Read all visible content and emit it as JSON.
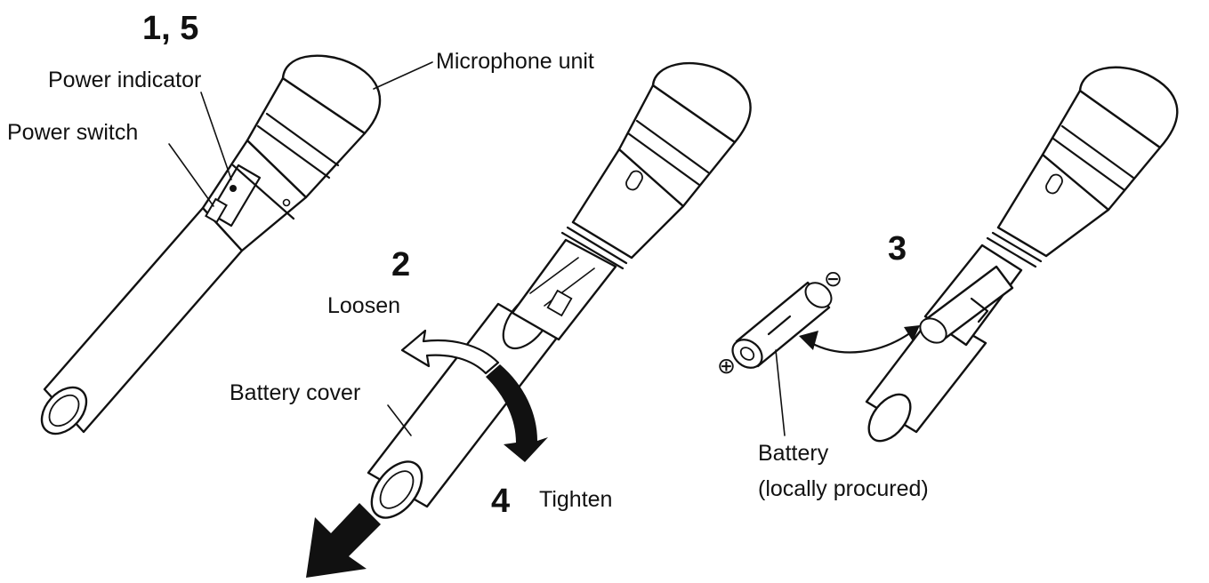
{
  "steps": {
    "step_1_5": "1, 5",
    "step_2": "2",
    "step_3": "3",
    "step_4": "4"
  },
  "labels": {
    "microphone_unit": "Microphone unit",
    "power_indicator": "Power indicator",
    "power_switch": "Power switch",
    "loosen": "Loosen",
    "battery_cover": "Battery cover",
    "tighten": "Tighten",
    "battery_line1": "Battery",
    "battery_line2": "(locally procured)"
  },
  "symbols": {
    "minus": "⊖",
    "plus": "⊕"
  },
  "colors": {
    "ink": "#111111",
    "paper": "#ffffff"
  }
}
